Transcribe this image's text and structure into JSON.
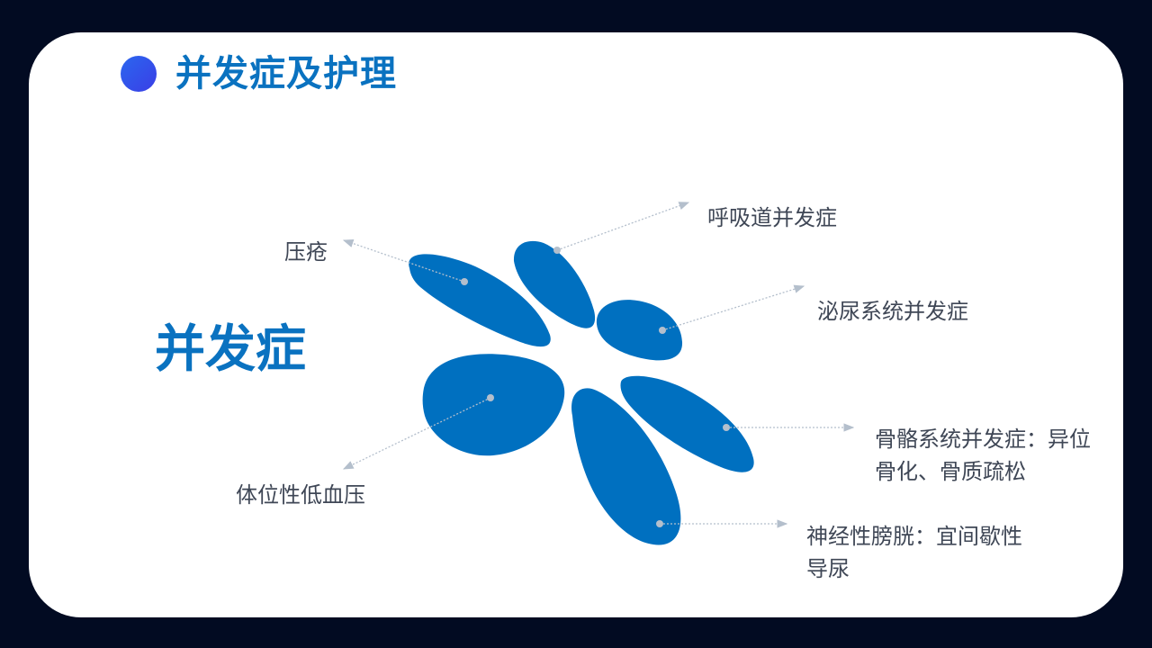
{
  "header": {
    "title": "并发症及护理"
  },
  "diagram": {
    "center_label": "并发症",
    "items": [
      {
        "id": "pressure-sore",
        "label": "压疮"
      },
      {
        "id": "respiratory",
        "label": "呼吸道并发症"
      },
      {
        "id": "urinary",
        "label": "泌尿系统并发症"
      },
      {
        "id": "skeletal",
        "label": "骨骼系统并发症：异位骨化、骨质疏松"
      },
      {
        "id": "bladder",
        "label": "神经性膀胱：宜间歇性导尿"
      },
      {
        "id": "hypotension",
        "label": "体位性低血压"
      }
    ]
  },
  "colors": {
    "background": "#020b22",
    "card": "#ffffff",
    "accent": "#0a72c0",
    "petal": "#0070c0",
    "connector": "#b4bfcc",
    "label_text": "#3f4756"
  }
}
